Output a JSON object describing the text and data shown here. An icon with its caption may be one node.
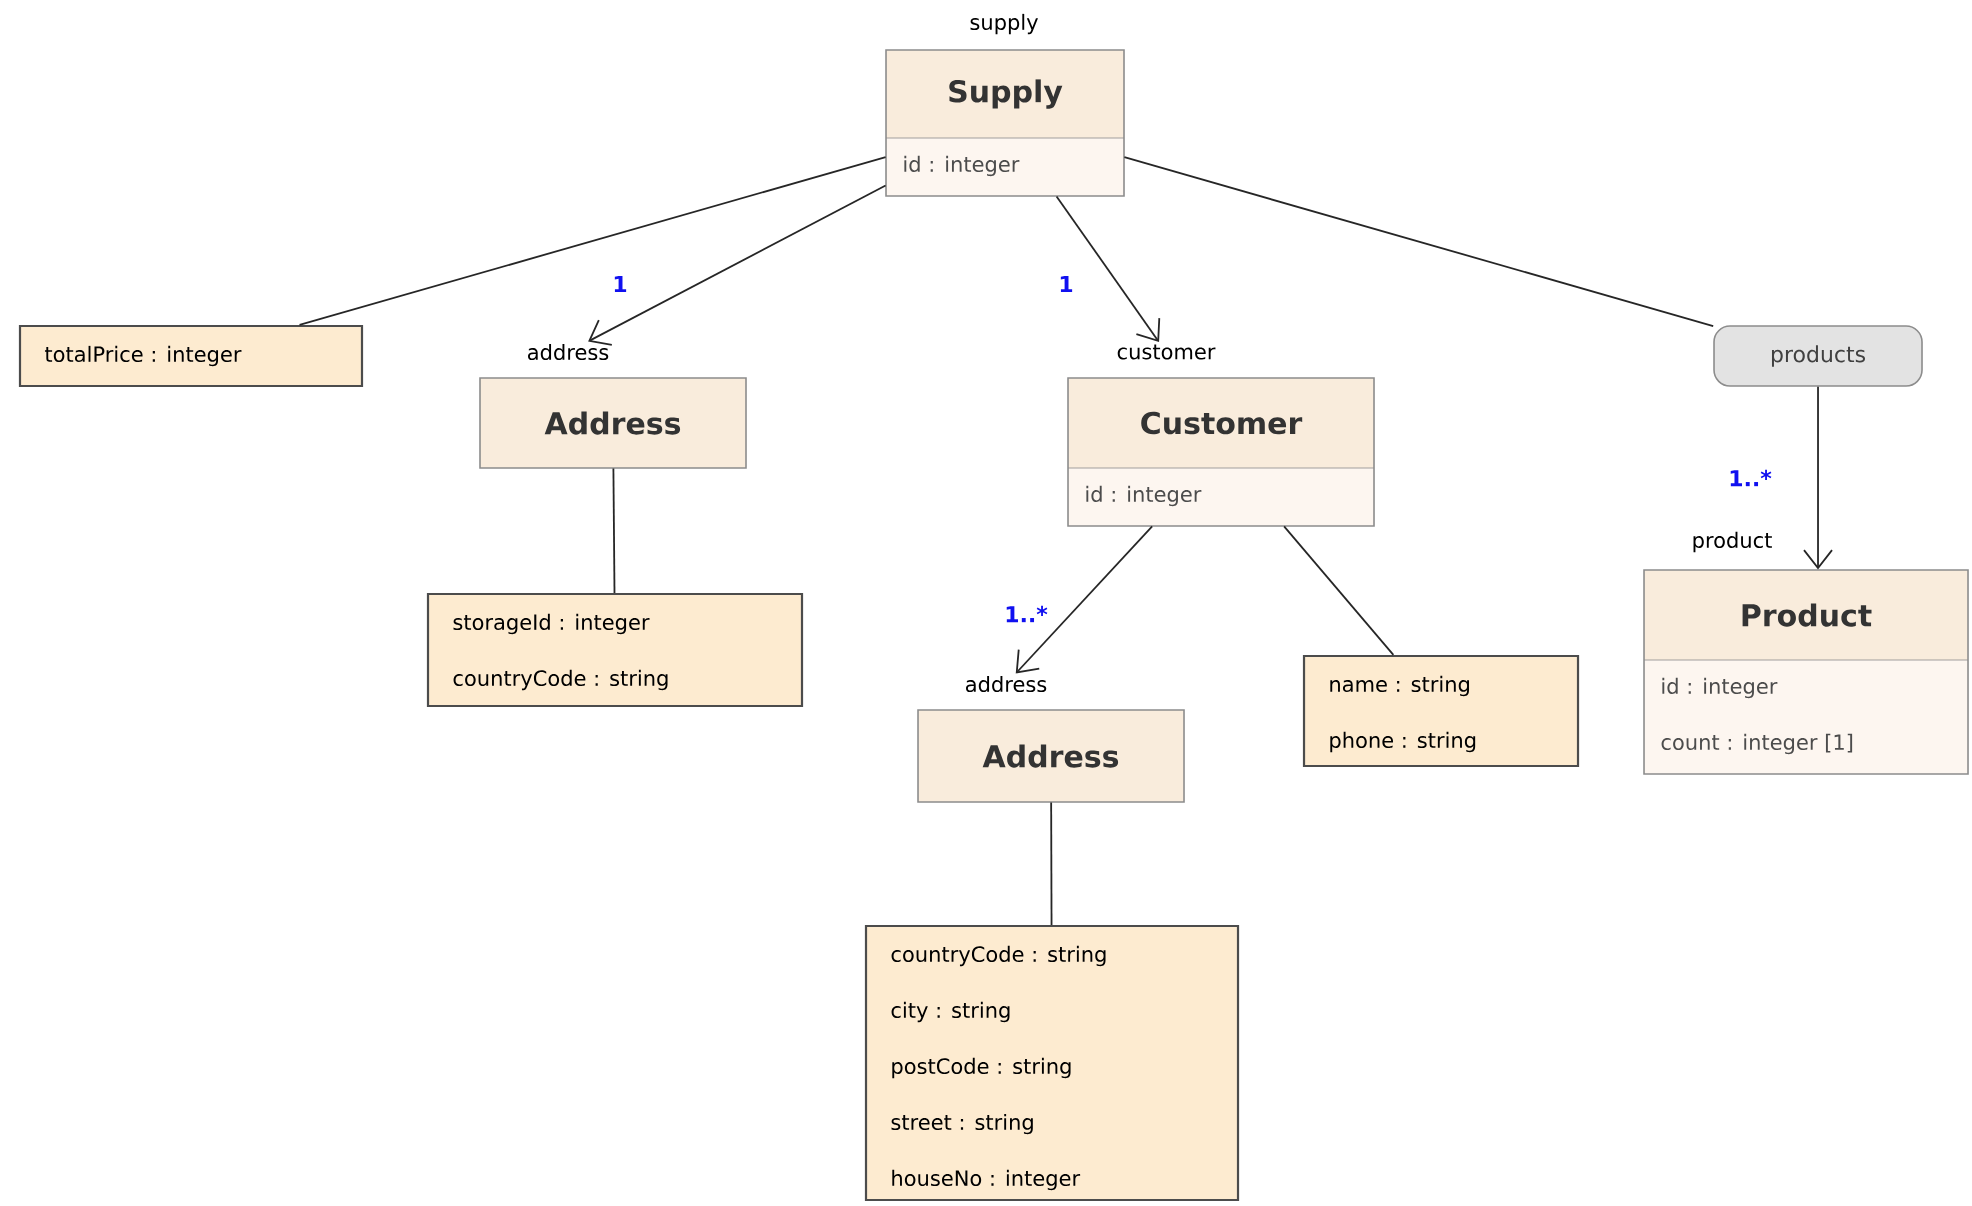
{
  "diagram": {
    "nodes": [
      {
        "text": [
          "Supply",
          "id : integer"
        ],
        "beside": [
          "supply"
        ]
      },
      {
        "text": [
          "totalPrice : integer"
        ]
      },
      {
        "text": [
          "Address"
        ],
        "beside": [
          "address"
        ]
      },
      {
        "text": [
          "Customer",
          "id : integer"
        ],
        "beside": [
          "customer"
        ]
      },
      {
        "text": [
          "products"
        ]
      },
      {
        "text": [
          "storageId : integer",
          "countryCode : string"
        ]
      },
      {
        "text": [
          "Address"
        ],
        "beside": [
          "address"
        ]
      },
      {
        "text": [
          "name : string",
          "phone : string"
        ]
      },
      {
        "text": [
          "Product",
          "id : integer",
          "count : integer [1]"
        ],
        "beside": [
          "product"
        ]
      },
      {
        "text": [
          "countryCode : string",
          "city : string",
          "postCode : string",
          "street : string",
          "houseNo : integer"
        ]
      }
    ],
    "edges": [
      {
        "from": 0,
        "to": 1,
        "arrow": "none"
      },
      {
        "from": 0,
        "to": 2,
        "arrow": "to",
        "label": "1"
      },
      {
        "from": 0,
        "to": 3,
        "arrow": "to",
        "label": "1"
      },
      {
        "from": 0,
        "to": 4,
        "arrow": "none"
      },
      {
        "from": 4,
        "to": 8,
        "arrow": "to",
        "label": "1..*"
      },
      {
        "from": 2,
        "to": 5,
        "arrow": "none"
      },
      {
        "from": 3,
        "to": 6,
        "arrow": "to",
        "label": "1..*"
      },
      {
        "from": 3,
        "to": 7,
        "arrow": "none"
      },
      {
        "from": 6,
        "to": 9,
        "arrow": "none"
      }
    ]
  }
}
